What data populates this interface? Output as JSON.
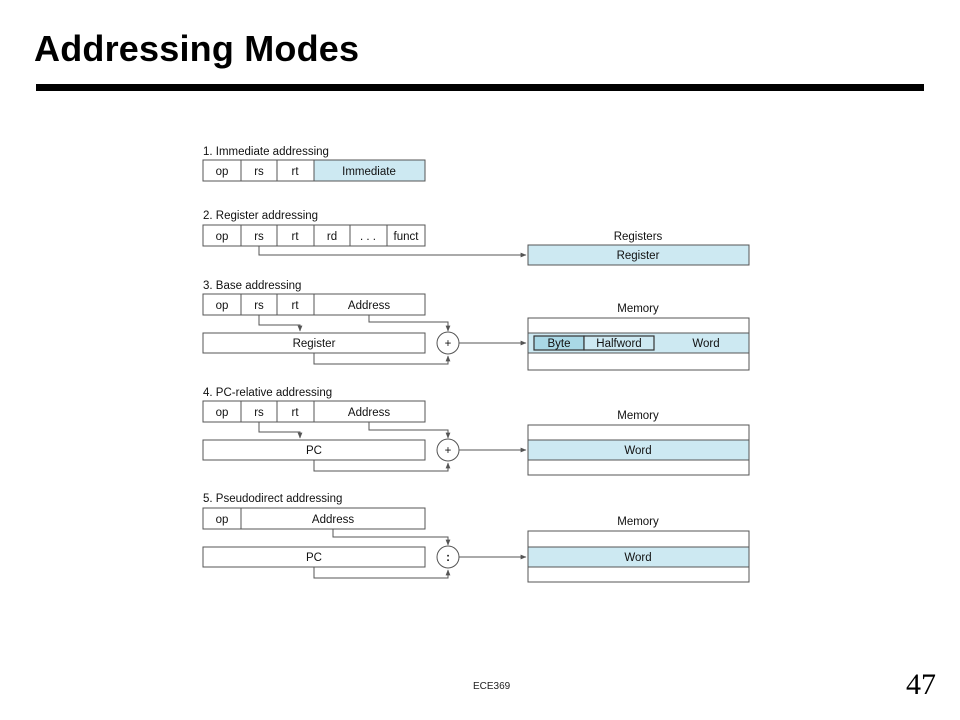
{
  "slide": {
    "title": "Addressing Modes",
    "footer": "ECE369",
    "page_number": "47"
  },
  "colors": {
    "highlight": "#cde9f2",
    "line": "#555555",
    "title_rule": "#000000"
  },
  "diagram": {
    "immediate": {
      "heading": "1. Immediate addressing",
      "fields": [
        "op",
        "rs",
        "rt",
        "Immediate"
      ]
    },
    "register": {
      "heading": "2. Register addressing",
      "fields": [
        "op",
        "rs",
        "rt",
        "rd",
        ". . .",
        "funct"
      ],
      "target_title": "Registers",
      "target_cell": "Register"
    },
    "base": {
      "heading": "3. Base addressing",
      "fields": [
        "op",
        "rs",
        "rt",
        "Address"
      ],
      "register_box": "Register",
      "operator": "+",
      "memory_title": "Memory",
      "memory_cells": [
        "Byte",
        "Halfword",
        "Word"
      ]
    },
    "pc_relative": {
      "heading": "4. PC-relative addressing",
      "fields": [
        "op",
        "rs",
        "rt",
        "Address"
      ],
      "register_box": "PC",
      "operator": "+",
      "memory_title": "Memory",
      "memory_cell": "Word"
    },
    "pseudodirect": {
      "heading": "5. Pseudodirect addressing",
      "fields": [
        "op",
        "Address"
      ],
      "register_box": "PC",
      "operator": ":",
      "memory_title": "Memory",
      "memory_cell": "Word"
    }
  }
}
